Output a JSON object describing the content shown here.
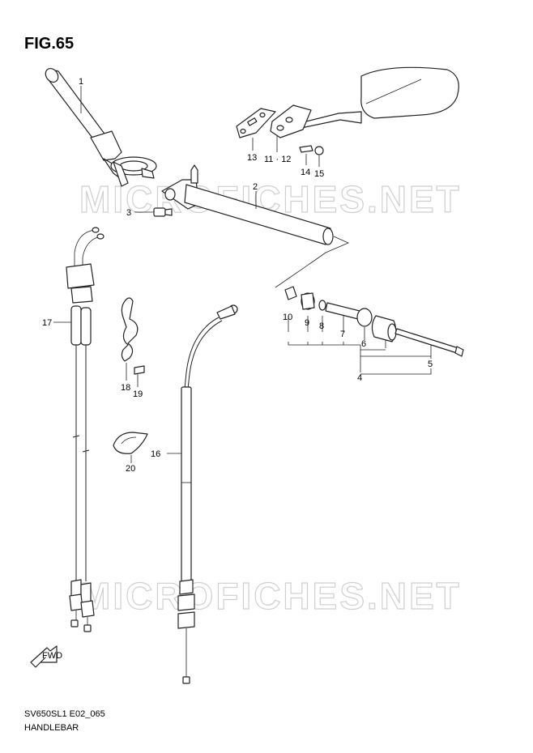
{
  "figure": {
    "title": "FIG.65",
    "code": "SV650SL1 E02_065",
    "name": "HANDLEBAR",
    "watermark_text": "MICROFICHES.NET",
    "fwd_label": "FWD"
  },
  "callouts": {
    "c1": "1",
    "c2": "2",
    "c3": "3",
    "c4": "4",
    "c5": "5",
    "c6": "6",
    "c7": "7",
    "c8": "8",
    "c9": "9",
    "c10": "10",
    "c11_12": "11 · 12",
    "c13": "13",
    "c14": "14",
    "c15": "15",
    "c16": "16",
    "c17": "17",
    "c18": "18",
    "c19": "19",
    "c20": "20"
  }
}
